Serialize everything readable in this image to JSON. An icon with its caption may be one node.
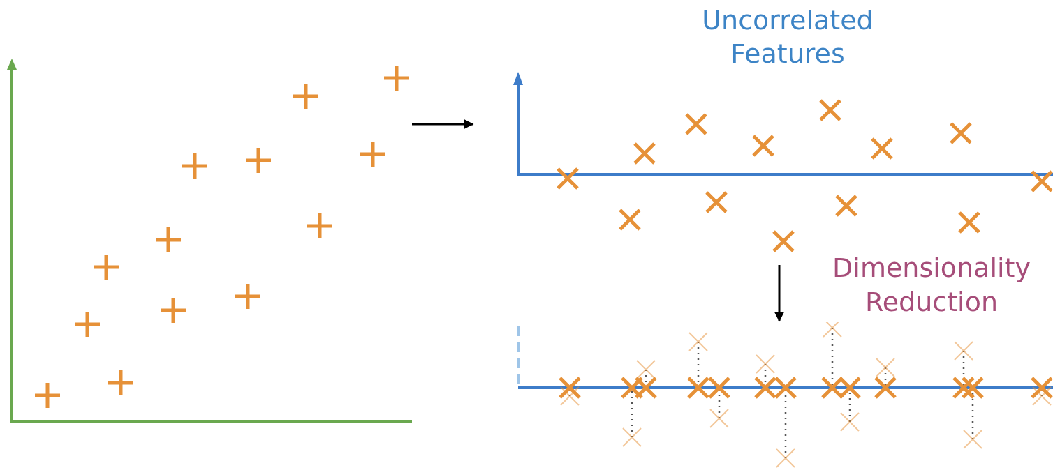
{
  "diagram": {
    "nodes": [
      {
        "text": [],
        "shape": "picture"
      },
      {
        "text": [
          "Uncorrelated Features"
        ]
      },
      {
        "text": [],
        "shape": "picture"
      }
    ],
    "edges": [
      {
        "from": 0,
        "to": 1,
        "arrow": "to"
      },
      {
        "from": 1,
        "to": 2,
        "arrow": "to",
        "label": "Dimensionality Reduction"
      }
    ]
  }
}
